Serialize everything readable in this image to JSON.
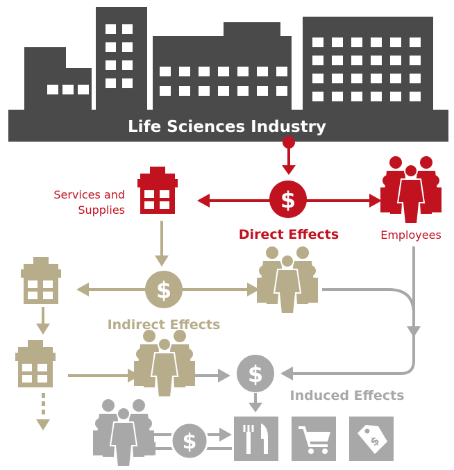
{
  "industry": {
    "label": "Life Sciences Industry"
  },
  "direct": {
    "services_line1": "Services and",
    "services_line2": "Supplies",
    "effects_label": "Direct Effects",
    "employees_label": "Employees"
  },
  "indirect": {
    "effects_label": "Indirect Effects"
  },
  "induced": {
    "effects_label": "Induced Effects"
  },
  "glyphs": {
    "dollar": "$"
  },
  "colors": {
    "dark": "#4a4a4a",
    "red": "#c1121f",
    "tan": "#b7ad8b",
    "gray": "#a8a8a8",
    "white": "#ffffff"
  },
  "icons": [
    "building-icon",
    "dollar-coin-icon",
    "people-group-icon",
    "restaurant-icon",
    "shopping-cart-icon",
    "price-tag-icon"
  ]
}
